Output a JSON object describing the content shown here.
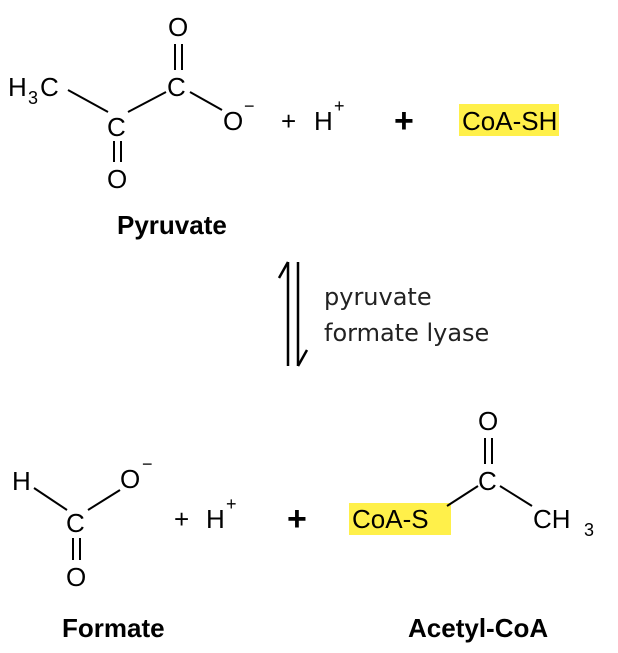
{
  "reactants": {
    "pyruvate": {
      "label": "Pyruvate",
      "methyl_h": "H",
      "methyl_sub": "3",
      "methyl_c": "C",
      "carbonyl_c": "C",
      "carbonyl_o": "O",
      "carboxyl_c": "C",
      "carboxyl_o_top": "O",
      "carboxyl_o_minus": "O",
      "charge_minus": "−"
    },
    "proton_plus": "+",
    "proton_h": "H",
    "proton_charge": "+",
    "big_plus": "+",
    "coash": {
      "highlighted": "CoA-S",
      "rest": "H"
    }
  },
  "enzyme": {
    "line1": "pyruvate",
    "line2": "formate lyase"
  },
  "products": {
    "formate": {
      "label": "Formate",
      "h": "H",
      "c": "C",
      "o_minus": "O",
      "charge_minus": "−",
      "o_double": "O"
    },
    "proton_plus": "+",
    "proton_h": "H",
    "proton_charge": "+",
    "big_plus": "+",
    "acetyl_coa": {
      "label": "Acetyl-CoA",
      "coas": "CoA-S",
      "c": "C",
      "o_top": "O",
      "methyl": "CH",
      "methyl_sub": "3"
    }
  },
  "colors": {
    "highlight": "#fff04a"
  }
}
